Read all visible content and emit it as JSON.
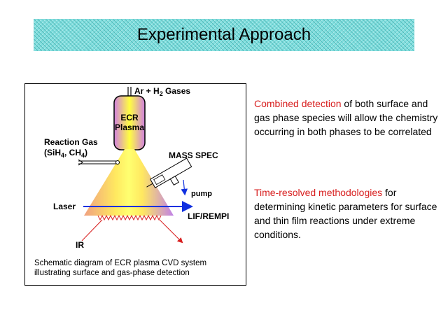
{
  "title": "Experimental Approach",
  "diagram": {
    "gas_inlet_label": "Ar + H",
    "gas_inlet_sub": "2",
    "gas_inlet_suffix": " Gases",
    "source_line1": "ECR",
    "source_line2": "Plasma",
    "reaction_gas_line1": "Reaction Gas",
    "reaction_gas_open": "(SiH",
    "reaction_gas_sub1": "4",
    "reaction_gas_mid": ", CH",
    "reaction_gas_sub2": "4",
    "reaction_gas_close": ")",
    "mass_spec": "MASS SPEC",
    "pump": "pump",
    "laser": "Laser",
    "lif_rempi": "LIF/REMPI",
    "ir": "IR",
    "caption_line1": "Schematic diagram of ECR plasma CVD system",
    "caption_line2": "illustrating surface and gas-phase detection"
  },
  "points": [
    {
      "highlight": "Combined detection",
      "rest": " of both surface and gas phase species will allow the chemistry occurring in both phases to be correlated"
    },
    {
      "highlight": "Time-resolved methodologies",
      "rest": " for determining kinetic parameters for surface and thin film reactions under extreme conditions."
    }
  ],
  "colors": {
    "highlight": "#d82020",
    "title_bar": "#7fdede",
    "laser_beam": "#1030e0",
    "ir_beam": "#d82020",
    "plasma_core": "#ffff40",
    "plasma_edge": "#d080e0"
  }
}
